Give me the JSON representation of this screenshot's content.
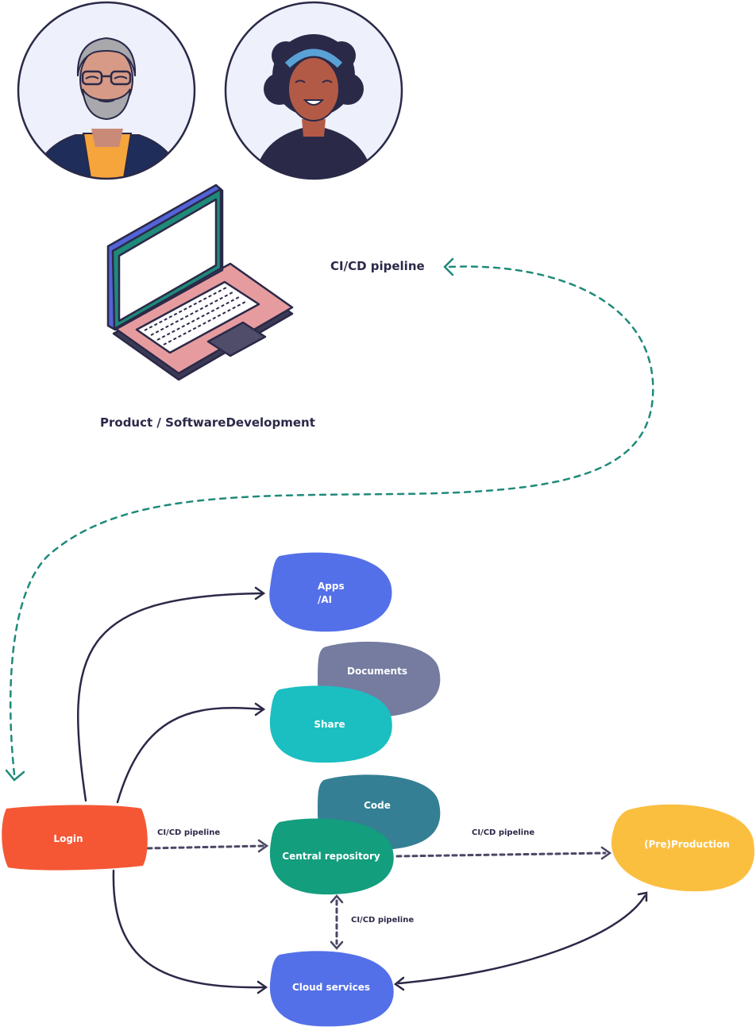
{
  "labels": {
    "cicd_top": "CI/CD pipeline",
    "product_dev": "Product / SoftwareDevelopment",
    "apps_line1": "Apps",
    "apps_line2": "/AI",
    "documents": "Documents",
    "share": "Share",
    "code": "Code",
    "central_repository": "Central repository",
    "login": "Login",
    "preproduction": "(Pre)Production",
    "cloud_services": "Cloud services",
    "cicd_login": "CI/CD pipeline",
    "cicd_prod": "CI/CD pipeline",
    "cicd_cloud": "CI/CD pipeline"
  },
  "colors": {
    "ink": "#2b2948",
    "teal_dash": "#1f8a7a",
    "apps": "#5470e8",
    "documents": "#757ca0",
    "share": "#1bbfc1",
    "code": "#347f93",
    "central": "#139e7d",
    "login": "#f55735",
    "preproduction": "#fbbf40",
    "cloud": "#5470e8",
    "laptop_body": "#e69c9f",
    "laptop_screen_frame": "#1f8a7a",
    "laptop_screen_edge": "#5363d8"
  },
  "icons": {
    "person_left": "older-man-avatar-icon",
    "person_right": "woman-avatar-icon",
    "laptop": "laptop-icon"
  }
}
